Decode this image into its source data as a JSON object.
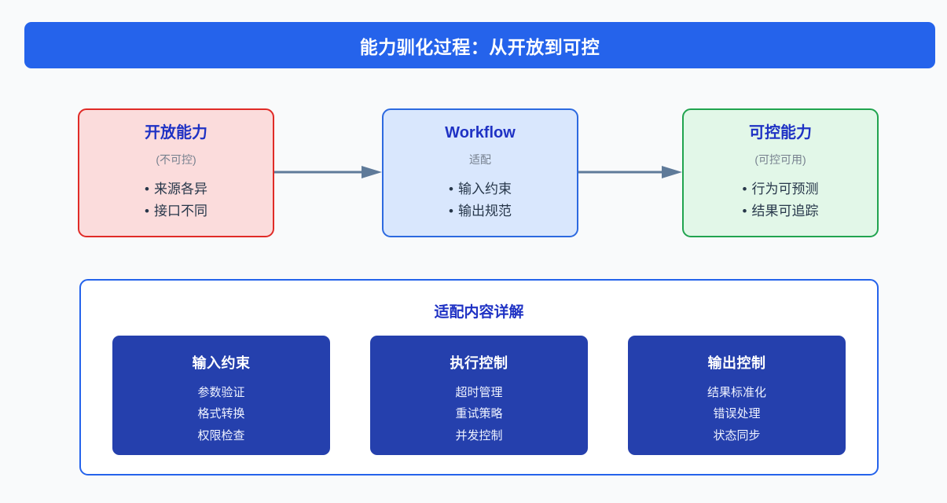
{
  "header": {
    "title": "能力驯化过程：从开放到可控",
    "background_color": "#2563eb",
    "text_color": "#ffffff"
  },
  "flow": {
    "stages": [
      {
        "name": "open-capability",
        "title": "开放能力",
        "subtitle": "(不可控)",
        "items": [
          "来源各异",
          "接口不同"
        ],
        "border_color": "#e02b27",
        "fill_color": "#fbdcdc"
      },
      {
        "name": "workflow",
        "title": "Workflow",
        "subtitle": "适配",
        "items": [
          "输入约束",
          "输出规范"
        ],
        "border_color": "#2d6ae0",
        "fill_color": "#d9e7fd"
      },
      {
        "name": "controllable-capability",
        "title": "可控能力",
        "subtitle": "(可控可用)",
        "items": [
          "行为可预测",
          "结果可追踪"
        ],
        "border_color": "#21a44f",
        "fill_color": "#e2f7e8"
      }
    ],
    "bullet_glyph": "•",
    "arrow_color": "#5f7a99",
    "arrow_icon_name": "arrow-right-icon"
  },
  "detail": {
    "title": "适配内容详解",
    "panel_border_color": "#2563eb",
    "card_color": "#2540ad",
    "cards": [
      {
        "name": "input-constraint",
        "title": "输入约束",
        "items": [
          "参数验证",
          "格式转换",
          "权限检查"
        ]
      },
      {
        "name": "execution-control",
        "title": "执行控制",
        "items": [
          "超时管理",
          "重试策略",
          "并发控制"
        ]
      },
      {
        "name": "output-control",
        "title": "输出控制",
        "items": [
          "结果标准化",
          "错误处理",
          "状态同步"
        ]
      }
    ]
  }
}
